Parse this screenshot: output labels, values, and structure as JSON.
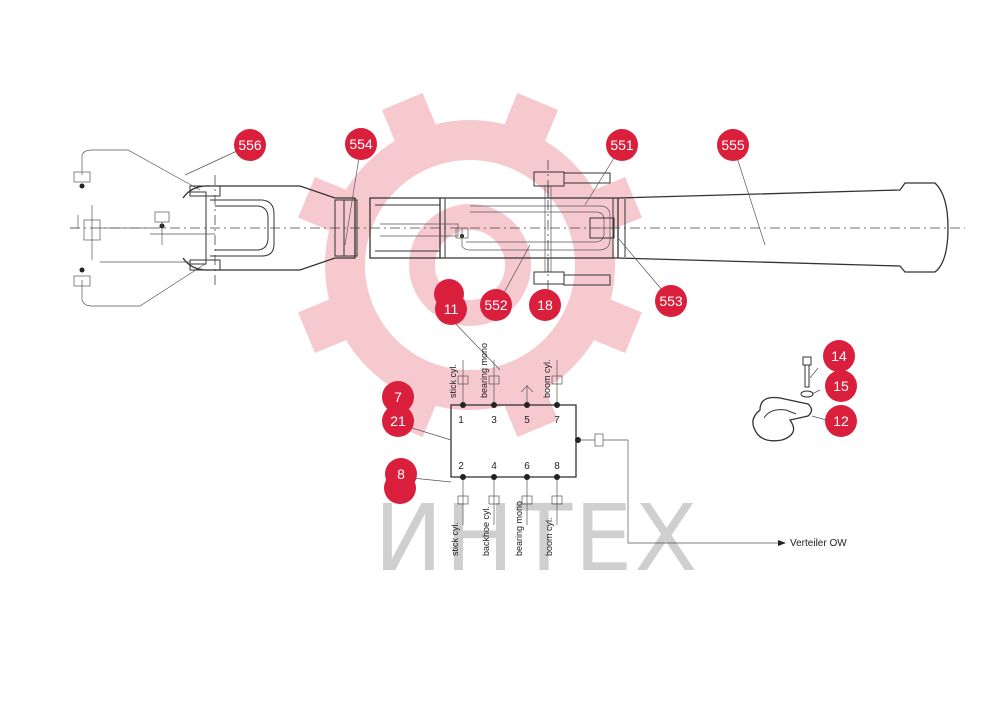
{
  "watermark": {
    "text": "ИНТЕХ",
    "gear_color": "#f6c9cf",
    "text_color": "#cfcfcf"
  },
  "colors": {
    "badge": "#d91f3c",
    "line": "#333333"
  },
  "callouts": [
    {
      "id": "c556",
      "label": "556"
    },
    {
      "id": "c554",
      "label": "554"
    },
    {
      "id": "c551",
      "label": "551"
    },
    {
      "id": "c555",
      "label": "555"
    },
    {
      "id": "c552",
      "label": "552"
    },
    {
      "id": "c18",
      "label": "18"
    },
    {
      "id": "c553",
      "label": "553"
    },
    {
      "id": "c11",
      "label": "11"
    },
    {
      "id": "c7",
      "label": "7"
    },
    {
      "id": "c21",
      "label": "21"
    },
    {
      "id": "c8",
      "label": "8"
    },
    {
      "id": "c14",
      "label": "14"
    },
    {
      "id": "c15",
      "label": "15"
    },
    {
      "id": "c12",
      "label": "12"
    }
  ],
  "distributor": {
    "top_ports": [
      "1",
      "3",
      "5",
      "7"
    ],
    "bottom_ports": [
      "2",
      "4",
      "6",
      "8"
    ],
    "top_labels": [
      "stick cyl.",
      "bearing mono",
      "boom cyl."
    ],
    "bottom_labels": [
      "stick cyl.",
      "backhoe cyl.",
      "bearing mono",
      "boom cyl."
    ],
    "outlet_label": "Verteiler OW"
  }
}
